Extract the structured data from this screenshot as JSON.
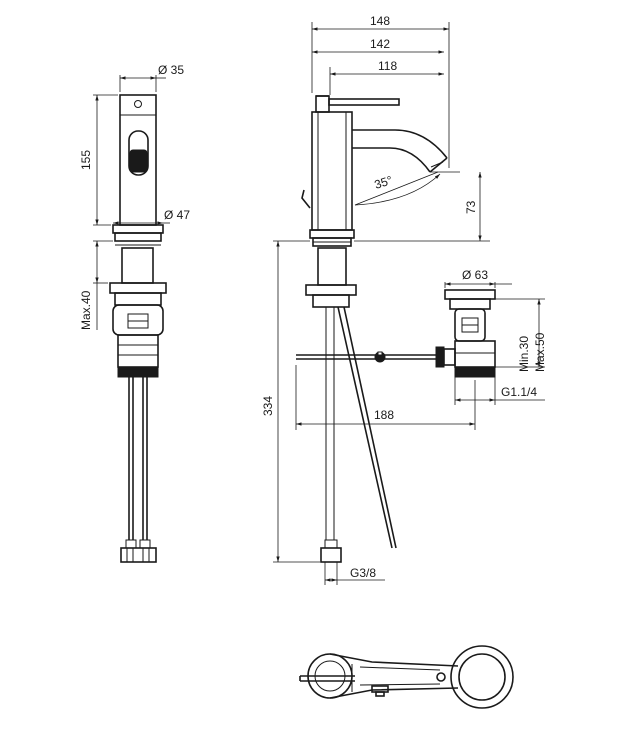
{
  "labels": {
    "dia_35": "Ø 35",
    "h_155": "155",
    "dia_47": "Ø 47",
    "max_40": "Max.40",
    "w_148": "148",
    "w_142": "142",
    "w_118": "118",
    "angle_35": "35°",
    "h_73": "73",
    "h_334": "334",
    "w_188": "188",
    "g_3_8": "G3/8",
    "dia_63": "Ø 63",
    "min_30": "Min.30",
    "max_50": "Max.50",
    "g_1_1_4": "G1.1/4"
  }
}
